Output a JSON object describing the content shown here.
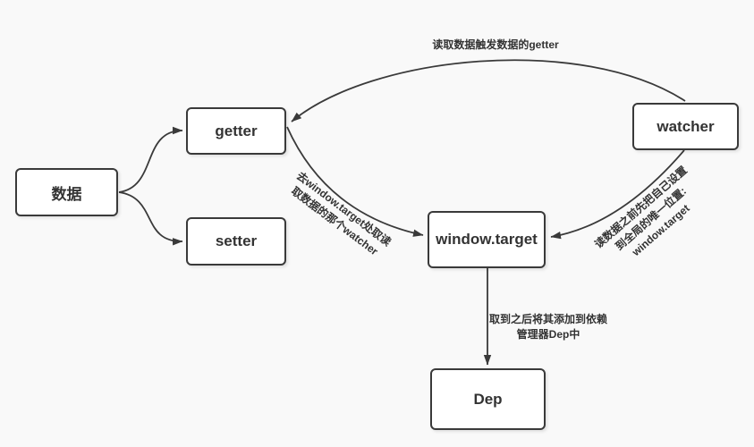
{
  "diagram": {
    "nodes": {
      "data": {
        "label": "数据"
      },
      "getter": {
        "label": "getter"
      },
      "setter": {
        "label": "setter"
      },
      "watcher": {
        "label": "watcher"
      },
      "window_target": {
        "label": "window.target"
      },
      "dep": {
        "label": "Dep"
      }
    },
    "edge_labels": {
      "read_trigger_getter": "读取数据触发数据的getter",
      "getter_to_target": [
        "去window.target处取读",
        "取数据的那个watcher"
      ],
      "watcher_to_target": [
        "读数据之前先把自己设置",
        "到全局的唯一位置:",
        "window.target"
      ],
      "target_to_dep": [
        "取到之后将其添加到依赖",
        "管理器Dep中"
      ]
    },
    "colors": {
      "background": "#f9f9f9",
      "stroke": "#3a3a3a",
      "node_fill": "#ffffff",
      "text": "#333333"
    }
  }
}
